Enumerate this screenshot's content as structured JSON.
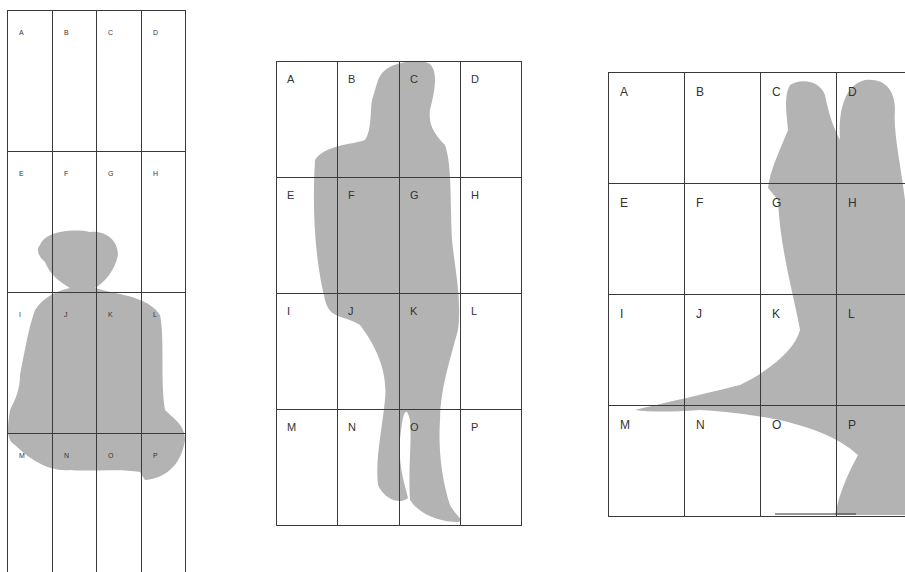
{
  "diagram": {
    "nodes": [
      {
        "text": [
          "A"
        ]
      },
      {
        "text": [
          "B"
        ]
      },
      {
        "text": [
          "C"
        ]
      },
      {
        "text": [
          "D"
        ]
      },
      {
        "text": [
          "E"
        ]
      },
      {
        "text": [
          "F"
        ]
      },
      {
        "text": [
          "G"
        ]
      },
      {
        "text": [
          "H"
        ]
      },
      {
        "text": [
          "I"
        ]
      },
      {
        "text": [
          "J"
        ]
      },
      {
        "text": [
          "K"
        ]
      },
      {
        "text": [
          "L"
        ]
      },
      {
        "text": [
          "M"
        ]
      },
      {
        "text": [
          "N"
        ]
      },
      {
        "text": [
          "O"
        ]
      },
      {
        "text": [
          "P"
        ]
      },
      {
        "text": [
          "A"
        ]
      },
      {
        "text": [
          "B"
        ]
      },
      {
        "text": [
          "C"
        ]
      },
      {
        "text": [
          "D"
        ]
      },
      {
        "text": [
          "E"
        ]
      },
      {
        "text": [
          "F"
        ]
      },
      {
        "text": [
          "G"
        ]
      },
      {
        "text": [
          "H"
        ]
      },
      {
        "text": [
          "I"
        ]
      },
      {
        "text": [
          "J"
        ]
      },
      {
        "text": [
          "K"
        ]
      },
      {
        "text": [
          "L"
        ]
      },
      {
        "text": [
          "M"
        ]
      },
      {
        "text": [
          "N"
        ]
      },
      {
        "text": [
          "O"
        ]
      },
      {
        "text": [
          "P"
        ]
      },
      {
        "text": [
          "A"
        ]
      },
      {
        "text": [
          "B"
        ]
      },
      {
        "text": [
          "C"
        ]
      },
      {
        "text": [
          "D"
        ]
      },
      {
        "text": [
          "E"
        ]
      },
      {
        "text": [
          "F"
        ]
      },
      {
        "text": [
          "G"
        ]
      },
      {
        "text": [
          "H"
        ]
      },
      {
        "text": [
          "I"
        ]
      },
      {
        "text": [
          "J"
        ]
      },
      {
        "text": [
          "K"
        ]
      },
      {
        "text": [
          "L"
        ]
      },
      {
        "text": [
          "M"
        ]
      },
      {
        "text": [
          "N"
        ]
      },
      {
        "text": [
          "O"
        ]
      },
      {
        "text": [
          "P"
        ]
      }
    ]
  }
}
